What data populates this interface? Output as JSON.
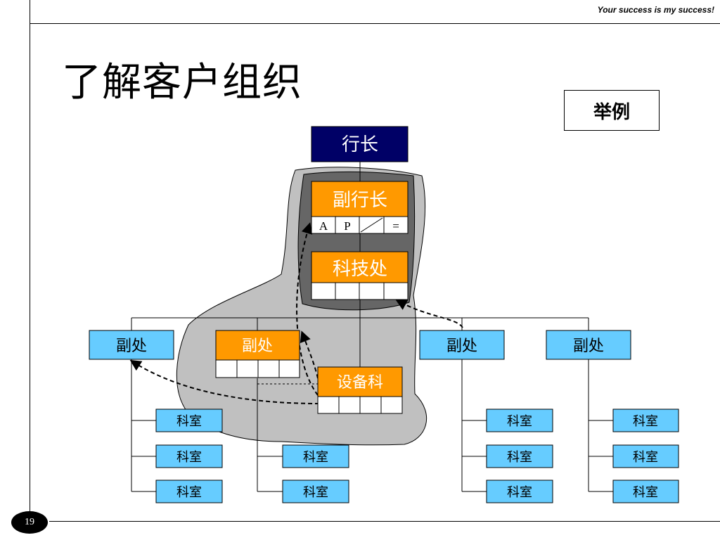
{
  "header": {
    "tagline": "Your success is my success!"
  },
  "slide": {
    "title": "了解客户组织",
    "example_label": "举例",
    "page_number": "19"
  },
  "org": {
    "president": "行长",
    "vice_president": "副行长",
    "vp_cells": [
      "A",
      "P",
      "",
      "="
    ],
    "tech_dept": "科技处",
    "deputy": "副处",
    "equipment_section": "设备科",
    "office": "科室"
  },
  "colors": {
    "navy": "#000066",
    "orange": "#ff9900",
    "blue": "#66ccff",
    "gray": "#c0c0c0",
    "dark_gray": "#666666"
  }
}
